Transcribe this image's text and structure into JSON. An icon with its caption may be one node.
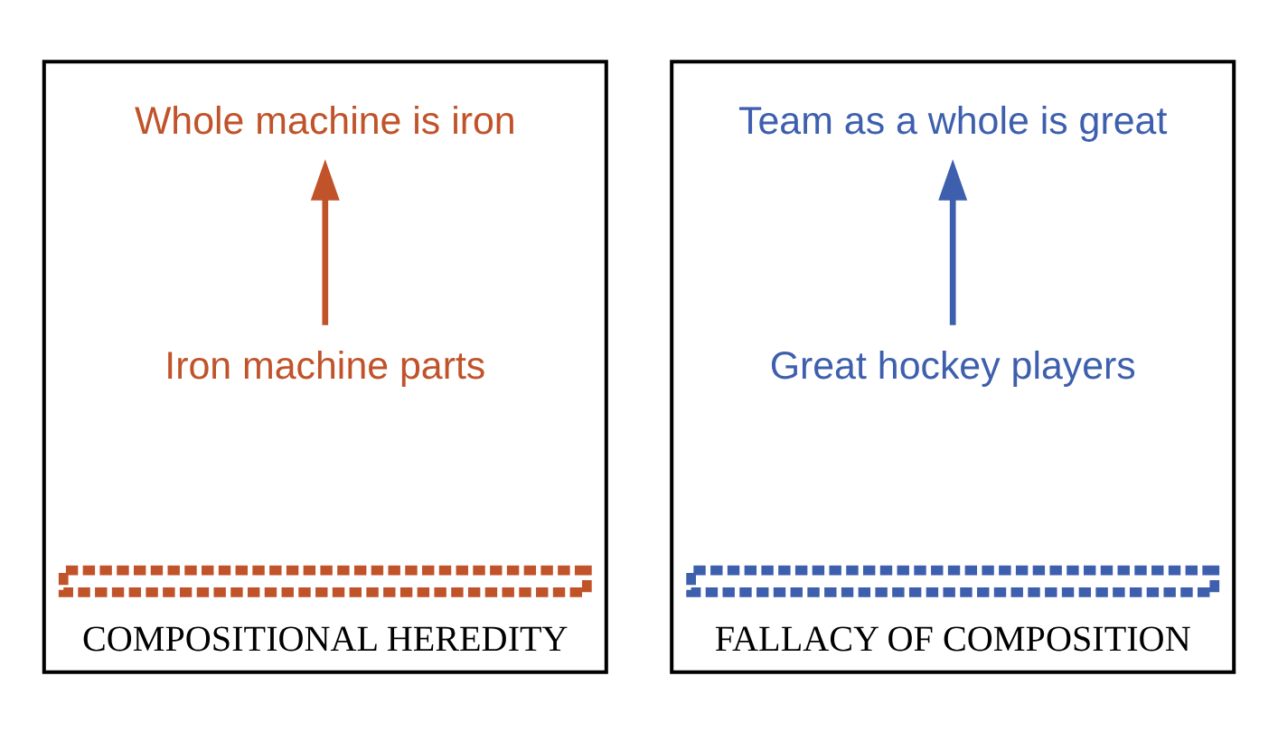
{
  "diagram": {
    "nodes": [
      {
        "text": [
          "COMPOSITIONAL HEREDITY"
        ]
      },
      {
        "text": [
          "Whole machine is iron"
        ],
        "in": 0
      },
      {
        "text": [
          "Iron machine parts"
        ],
        "in": 0
      },
      {
        "text": [],
        "shape": "bar",
        "in": 0
      },
      {
        "text": [
          "FALLACY OF COMPOSITION"
        ]
      },
      {
        "text": [
          "Team as a whole is great"
        ],
        "in": 4
      },
      {
        "text": [
          "Great hockey players"
        ],
        "in": 4
      },
      {
        "text": [],
        "shape": "bar",
        "in": 4
      }
    ],
    "edges": [
      {
        "from": 2,
        "to": 1,
        "arrow": "to",
        "color": "#c0532a"
      },
      {
        "from": 6,
        "to": 5,
        "arrow": "to",
        "color": "#3d5fad"
      }
    ]
  }
}
